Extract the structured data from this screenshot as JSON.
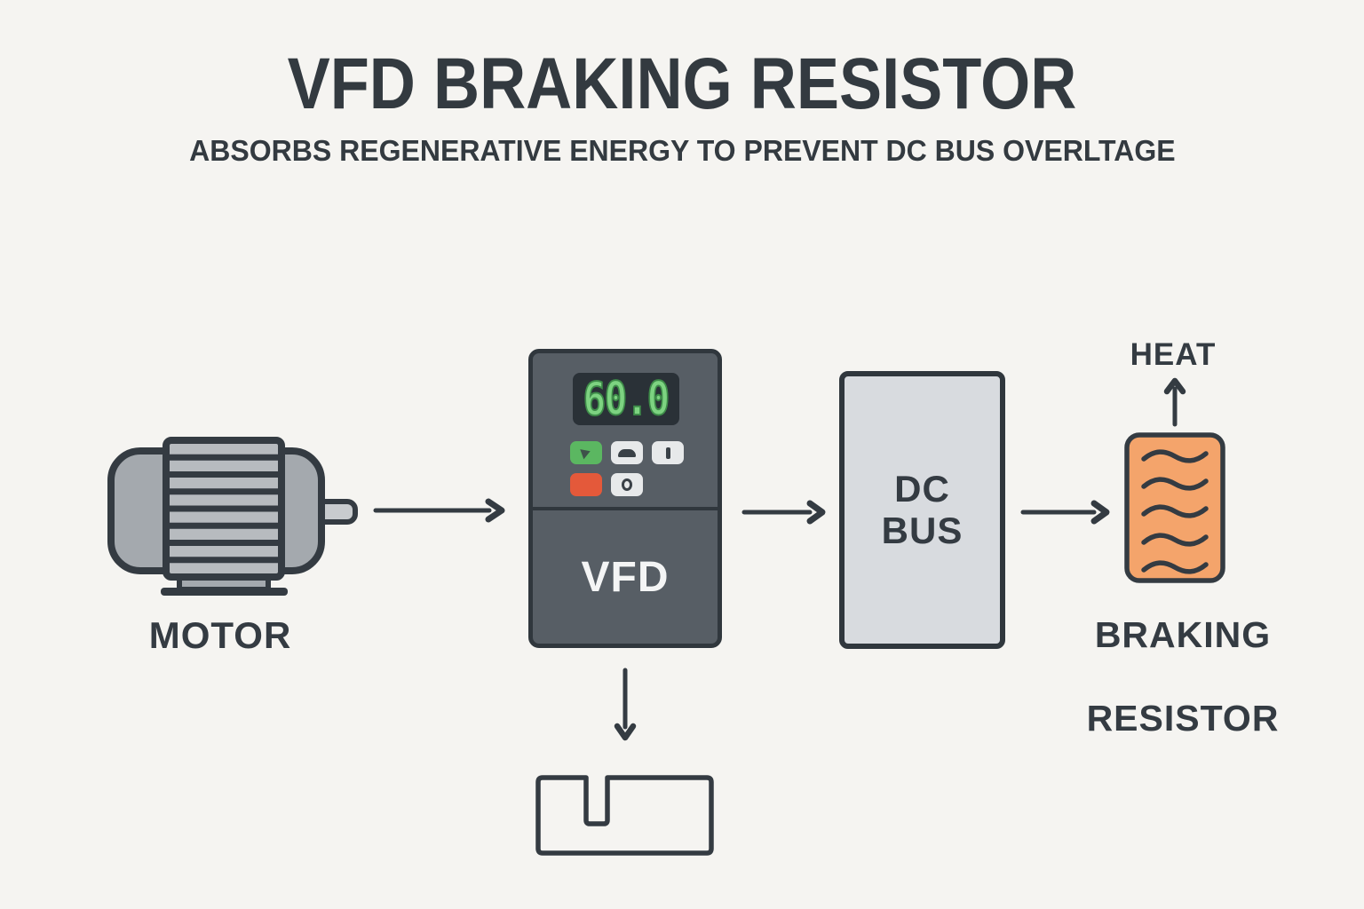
{
  "header": {
    "title": "VFD BRAKING RESISTOR",
    "subtitle": "ABSORBS REGENERATIVE ENERGY TO PREVENT DC BUS OVERLTAGE"
  },
  "motor": {
    "label": "MOTOR"
  },
  "vfd": {
    "display_value": "60.0",
    "label": "VFD"
  },
  "dc_bus": {
    "line1": "DC",
    "line2": "BUS"
  },
  "heat": {
    "label": "HEAT"
  },
  "braking_resistor": {
    "line1": "BRAKING",
    "line2": "RESISTOR"
  },
  "icons": {
    "motor_icon": "electric-motor side view with cooling fins, shaft and base",
    "run_icon": "▶",
    "dome_icon": "◠",
    "power_on_icon": "I",
    "power_off_icon": "0",
    "heat_waves_icon": "≋",
    "flow_arrow_icon": "→",
    "heat_arrow_icon": "↑",
    "drop_arrow_icon": "↓",
    "notched_box_icon": "rectangle outline with slot notch in top edge"
  },
  "colors": {
    "background": "#f5f4f1",
    "title_text": "#333a40",
    "label_text": "#343b42",
    "charcoal": "#343b42",
    "motor_body_gray": "#a4a9ae",
    "motor_fin_gray": "#b7bbbf",
    "motor_shaft_gray": "#c8cbce",
    "vfd_body": "#575e65",
    "vfd_border": "#30373d",
    "display_bg": "#2a3137",
    "display_green": "#7dd381",
    "button_green": "#5bb761",
    "button_red": "#e4593a",
    "button_gray": "#e7e9ea",
    "dc_bus_fill": "#d8dbdf",
    "resistor_orange": "#f4a46b",
    "vfd_label_text": "#f4f5f5"
  }
}
